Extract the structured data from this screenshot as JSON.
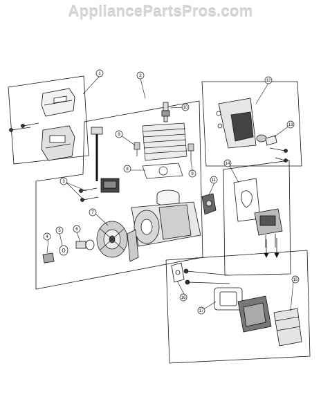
{
  "watermark": "AppliancePartsPros.com",
  "callouts": [
    "1",
    "2",
    "3",
    "4",
    "5",
    "6",
    "7",
    "8",
    "9",
    "9",
    "10",
    "11",
    "12",
    "13",
    "14",
    "15",
    "16",
    "17"
  ]
}
